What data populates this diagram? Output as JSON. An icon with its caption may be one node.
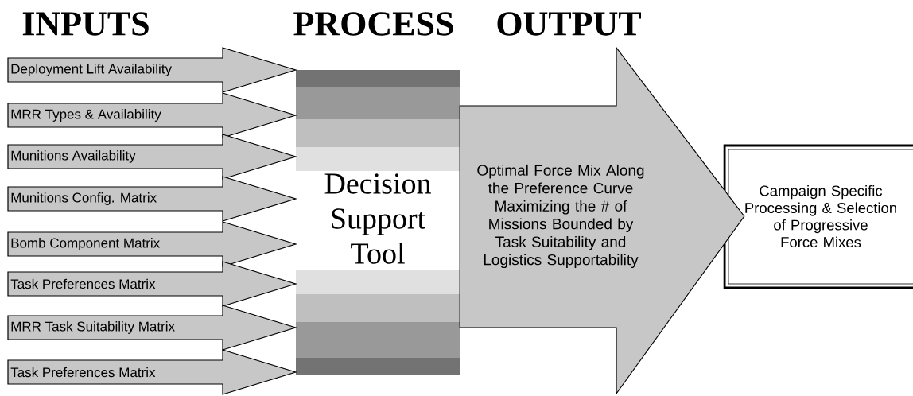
{
  "diagram": {
    "nodes": [
      {
        "text": [
          "Decision Support Tool"
        ]
      },
      {
        "text": [
          "Campaign Specific Processing & Selection of Progressive Force Mixes"
        ]
      }
    ],
    "edges": [
      {
        "from": null,
        "to": 0,
        "arrow": "to",
        "label": "Deployment Lift Availability"
      },
      {
        "from": null,
        "to": 0,
        "arrow": "to",
        "label": "MRR Types & Availability"
      },
      {
        "from": null,
        "to": 0,
        "arrow": "to",
        "label": "Munitions Availability"
      },
      {
        "from": null,
        "to": 0,
        "arrow": "to",
        "label": "Munitions Config. Matrix"
      },
      {
        "from": null,
        "to": 0,
        "arrow": "to",
        "label": "Bomb Component Matrix"
      },
      {
        "from": null,
        "to": 0,
        "arrow": "to",
        "label": "Task Preferences Matrix"
      },
      {
        "from": null,
        "to": 0,
        "arrow": "to",
        "label": "MRR Task Suitability Matrix"
      },
      {
        "from": null,
        "to": 0,
        "arrow": "to",
        "label": "Task Preferences Matrix"
      },
      {
        "from": 0,
        "to": 1,
        "arrow": "to",
        "label": "Optimal Force Mix Along the Preference Curve Maximizing the # of Missions Bounded by Task Suitability and Logistics Supportability"
      }
    ],
    "labels": [
      "INPUTS",
      "PROCESS",
      "OUTPUT"
    ]
  }
}
